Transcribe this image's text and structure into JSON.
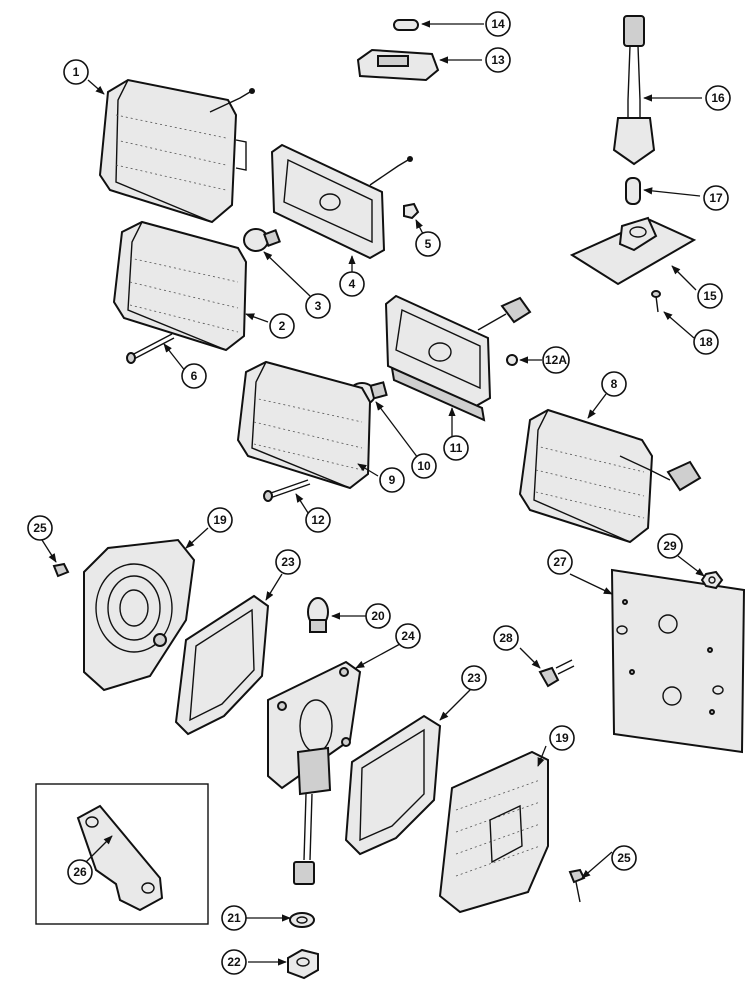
{
  "callouts": {
    "c1": "1",
    "c2": "2",
    "c3": "3",
    "c4": "4",
    "c5": "5",
    "c6": "6",
    "c8": "8",
    "c9": "9",
    "c10": "10",
    "c11": "11",
    "c12": "12",
    "c12a": "12A",
    "c13": "13",
    "c14": "14",
    "c15": "15",
    "c16": "16",
    "c17": "17",
    "c18": "18",
    "c19a": "19",
    "c19b": "19",
    "c20": "20",
    "c21": "21",
    "c22": "22",
    "c23a": "23",
    "c23b": "23",
    "c24": "24",
    "c25a": "25",
    "c25b": "25",
    "c26": "26",
    "c27": "27",
    "c28": "28",
    "c29": "29"
  }
}
